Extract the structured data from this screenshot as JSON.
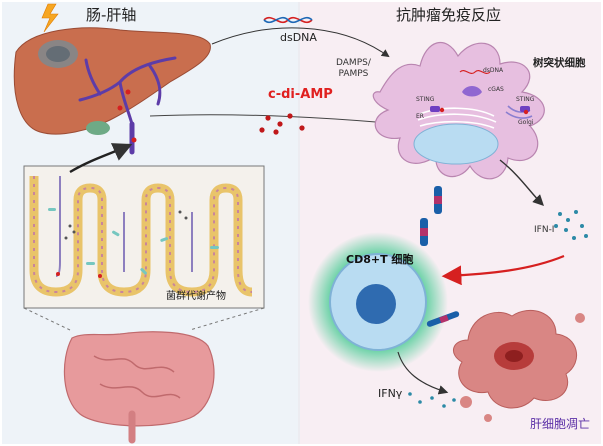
{
  "left_panel": {
    "title": "肠-肝轴",
    "microbe_label": "菌群代谢产物"
  },
  "right_panel": {
    "title": "抗肿瘤免疫反应",
    "dendritic_cell_label": "树突状细胞",
    "t_cell_label": "CD8+T 细胞",
    "hepatocyte_label": "肝细胞凋亡"
  },
  "signals": {
    "dsdna": "dsDNA",
    "damps": "DAMPS/\nPAMPS",
    "cdiamp": "c-di-AMP",
    "ifn_i": "IFN-I",
    "ifng": "IFNγ"
  },
  "organelles": {
    "dsdna_small": "dsDNA",
    "cgas": "cGAS",
    "sting_left": "STING",
    "sting_right": "STING",
    "er": "ER",
    "golgi": "Golgi"
  },
  "colors": {
    "left_bg": "#eef3f8",
    "right_bg": "#f8eef3",
    "accent_red": "#e0201f",
    "hepatocyte_purple": "#5a2ea6"
  }
}
